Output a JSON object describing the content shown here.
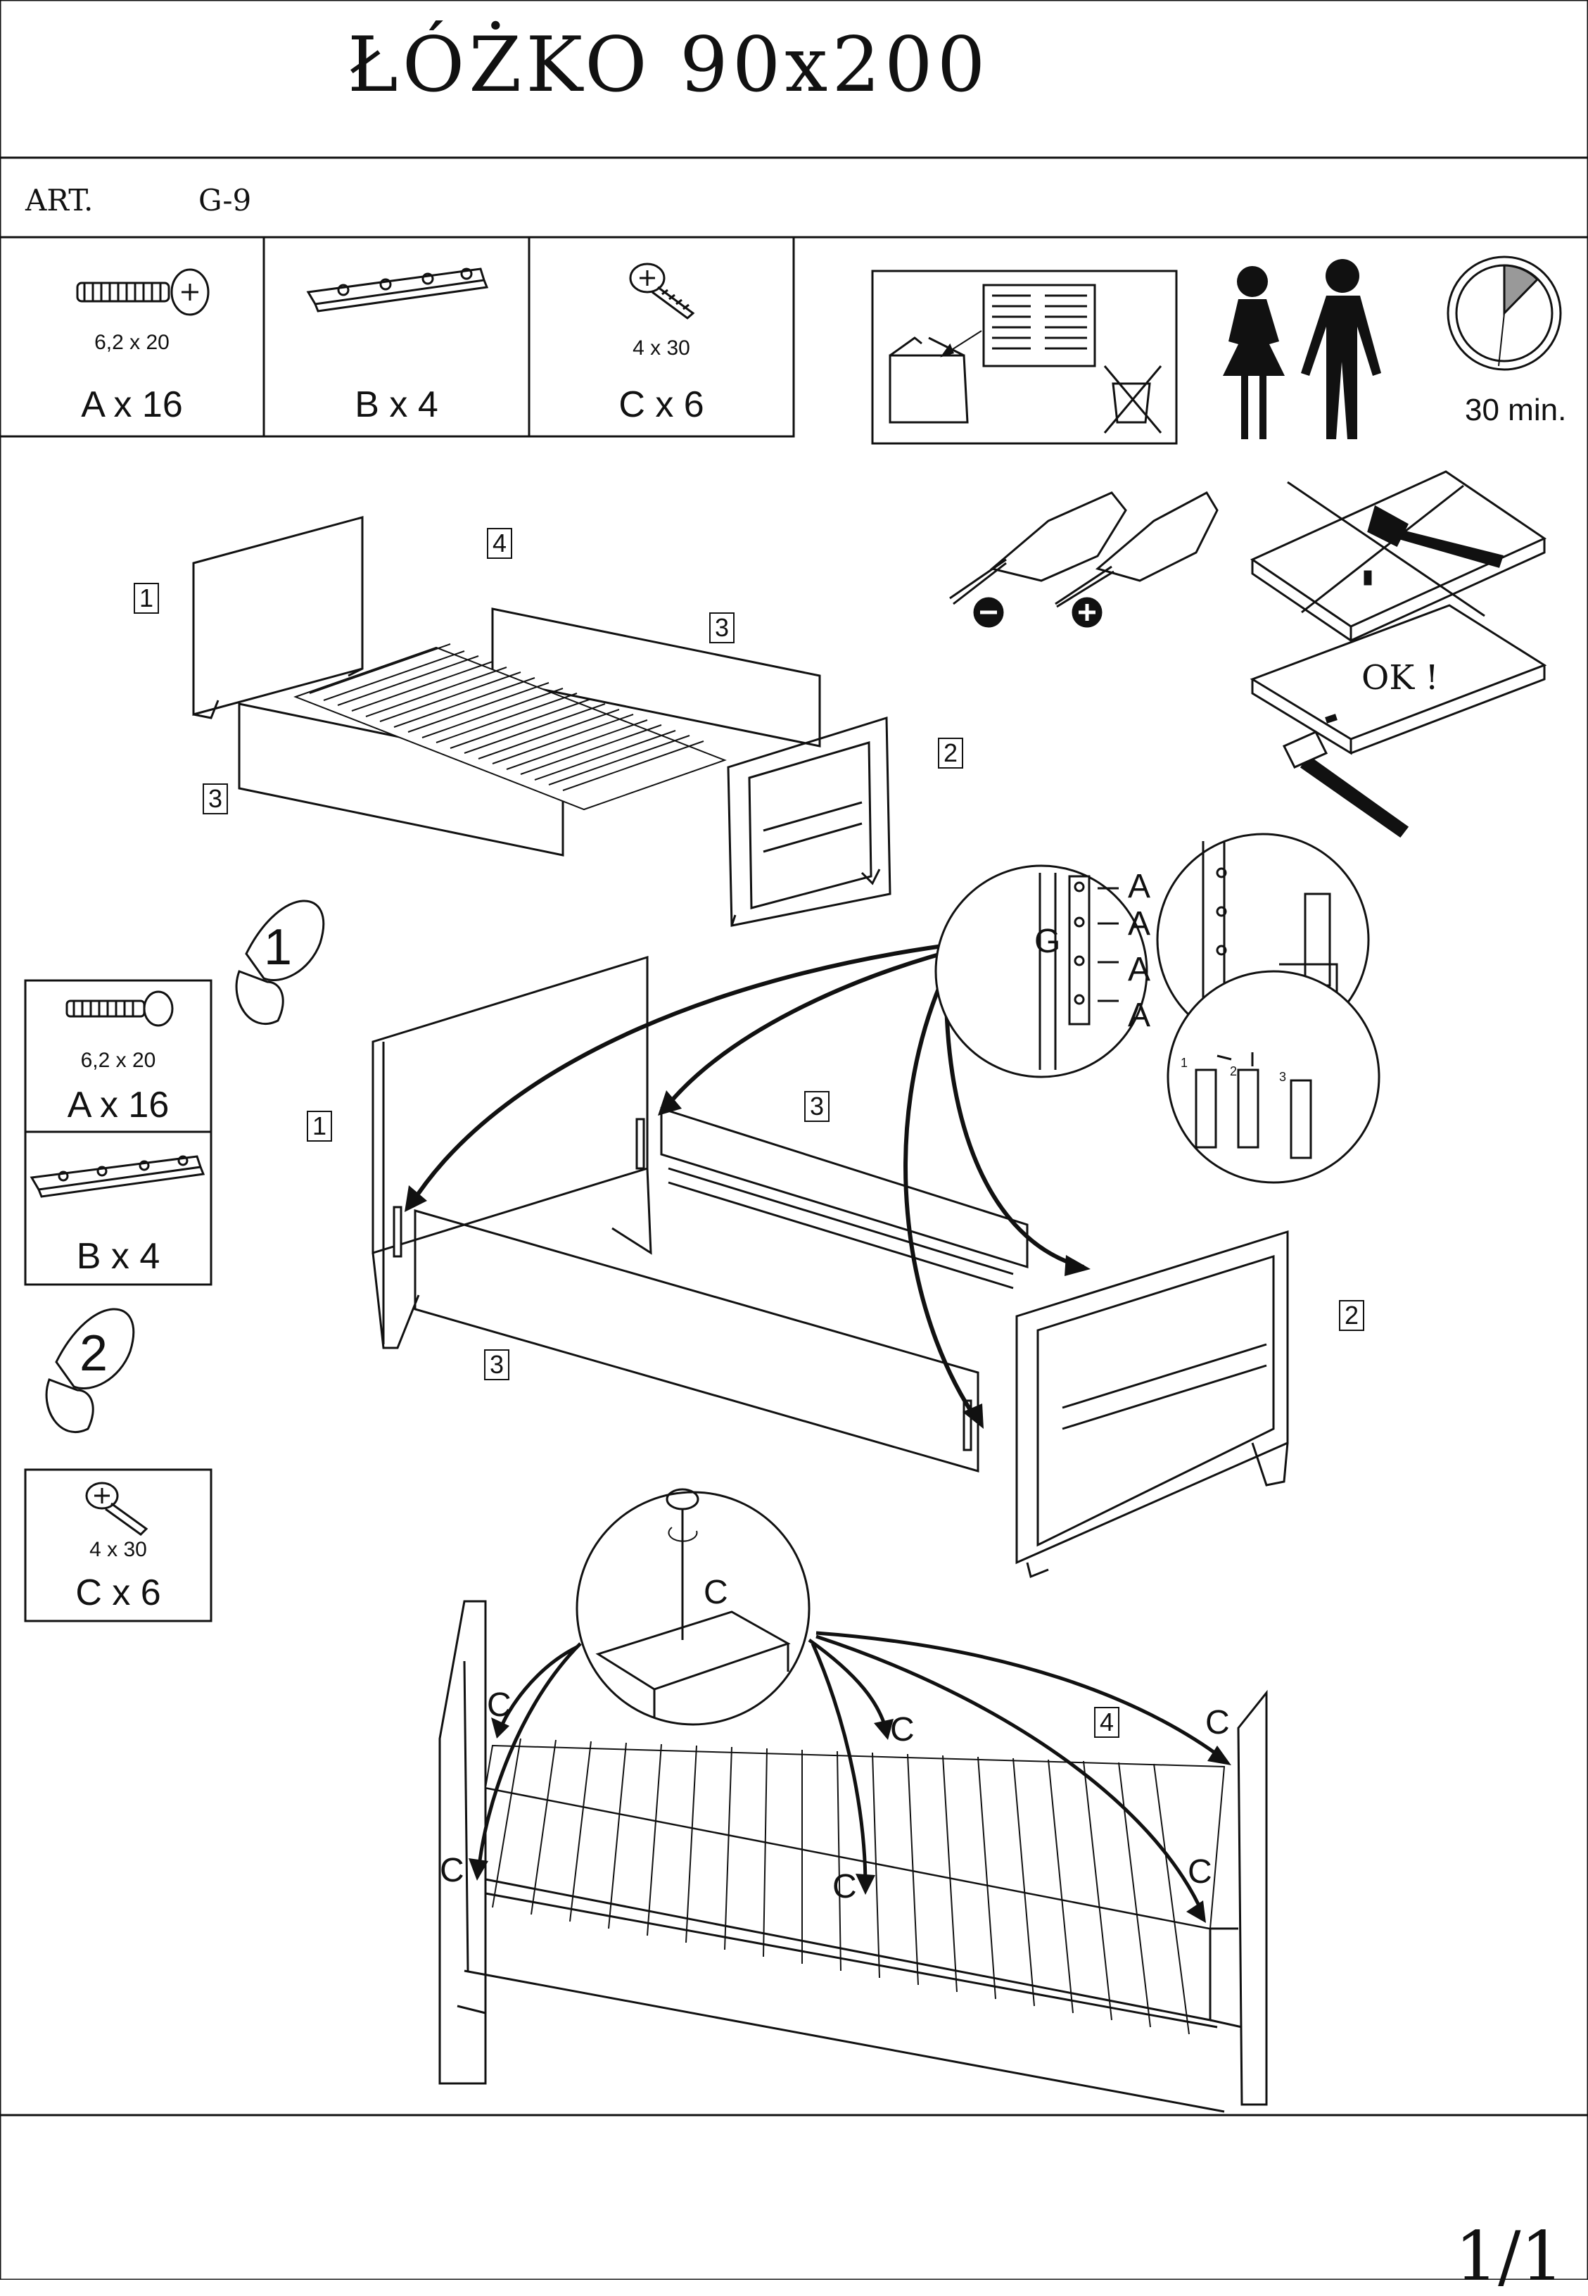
{
  "header": {
    "title": "ŁÓŻKO 90x200",
    "art_label": "ART.",
    "art_value": "G-9"
  },
  "parts": [
    {
      "id": "A",
      "size": "6,2 x 20",
      "qty": "A x 16"
    },
    {
      "id": "B",
      "qty": "B x 4"
    },
    {
      "id": "C",
      "size": "4 x 30",
      "qty": "C x 6"
    }
  ],
  "info": {
    "time": "30 min.",
    "ok": "OK !"
  },
  "labels": {
    "p1": "1",
    "p2": "2",
    "p3": "3",
    "p4": "4",
    "A": "A",
    "C": "C",
    "G": "G",
    "sub1": "1",
    "sub2": "2",
    "sub3": "3"
  },
  "steps": [
    {
      "number": "1",
      "size": "6,2 x 20",
      "qty_a": "A x 16",
      "qty_b": "B x 4"
    },
    {
      "number": "2",
      "size": "4 x 30",
      "qty_c": "C x 6"
    }
  ],
  "footer": {
    "page": "1/1"
  }
}
